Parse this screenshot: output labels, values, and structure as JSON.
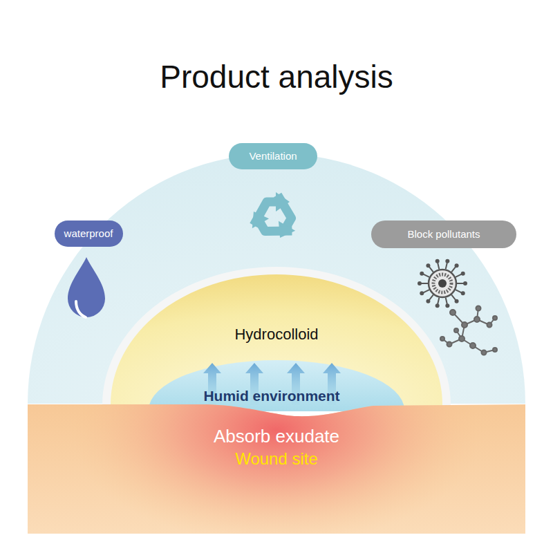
{
  "diagram": {
    "title": "Product analysis",
    "nodes": [
      {
        "text": [
          "Ventilation"
        ]
      },
      {
        "text": [
          "waterproof"
        ]
      },
      {
        "text": [
          "Block pollutants"
        ]
      },
      {
        "text": [
          "Hydrocolloid"
        ]
      },
      {
        "text": [
          "Humid environment"
        ],
        "in": 3
      },
      {
        "text": [
          "Absorb exudate",
          "Wound site"
        ]
      }
    ]
  }
}
